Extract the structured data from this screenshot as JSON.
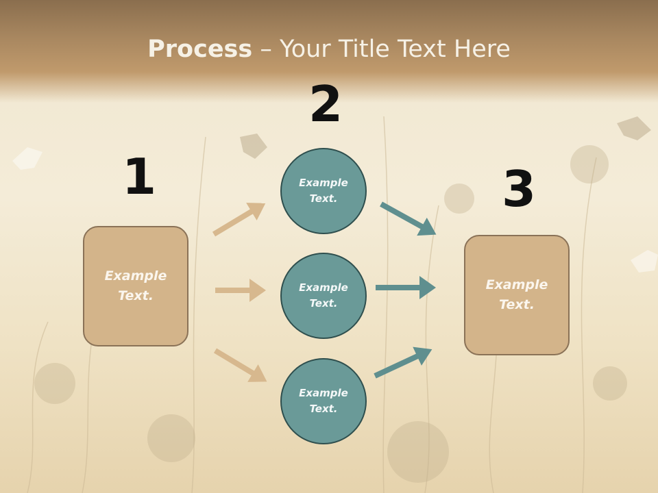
{
  "slide": {
    "title_bold": "Process",
    "title_rest": "– Your Title Text Here",
    "steps": {
      "one": "1",
      "two": "2",
      "three": "3"
    },
    "left_box": "Example Text.",
    "circles": [
      "Example Text.",
      "Example Text.",
      "Example Text."
    ],
    "right_box": "Example Text."
  },
  "colors": {
    "box_fill": "#d3b48a",
    "circle_fill": "#6a9a98",
    "arrow_left": "#d7b88e",
    "arrow_right": "#5f8f8f"
  }
}
